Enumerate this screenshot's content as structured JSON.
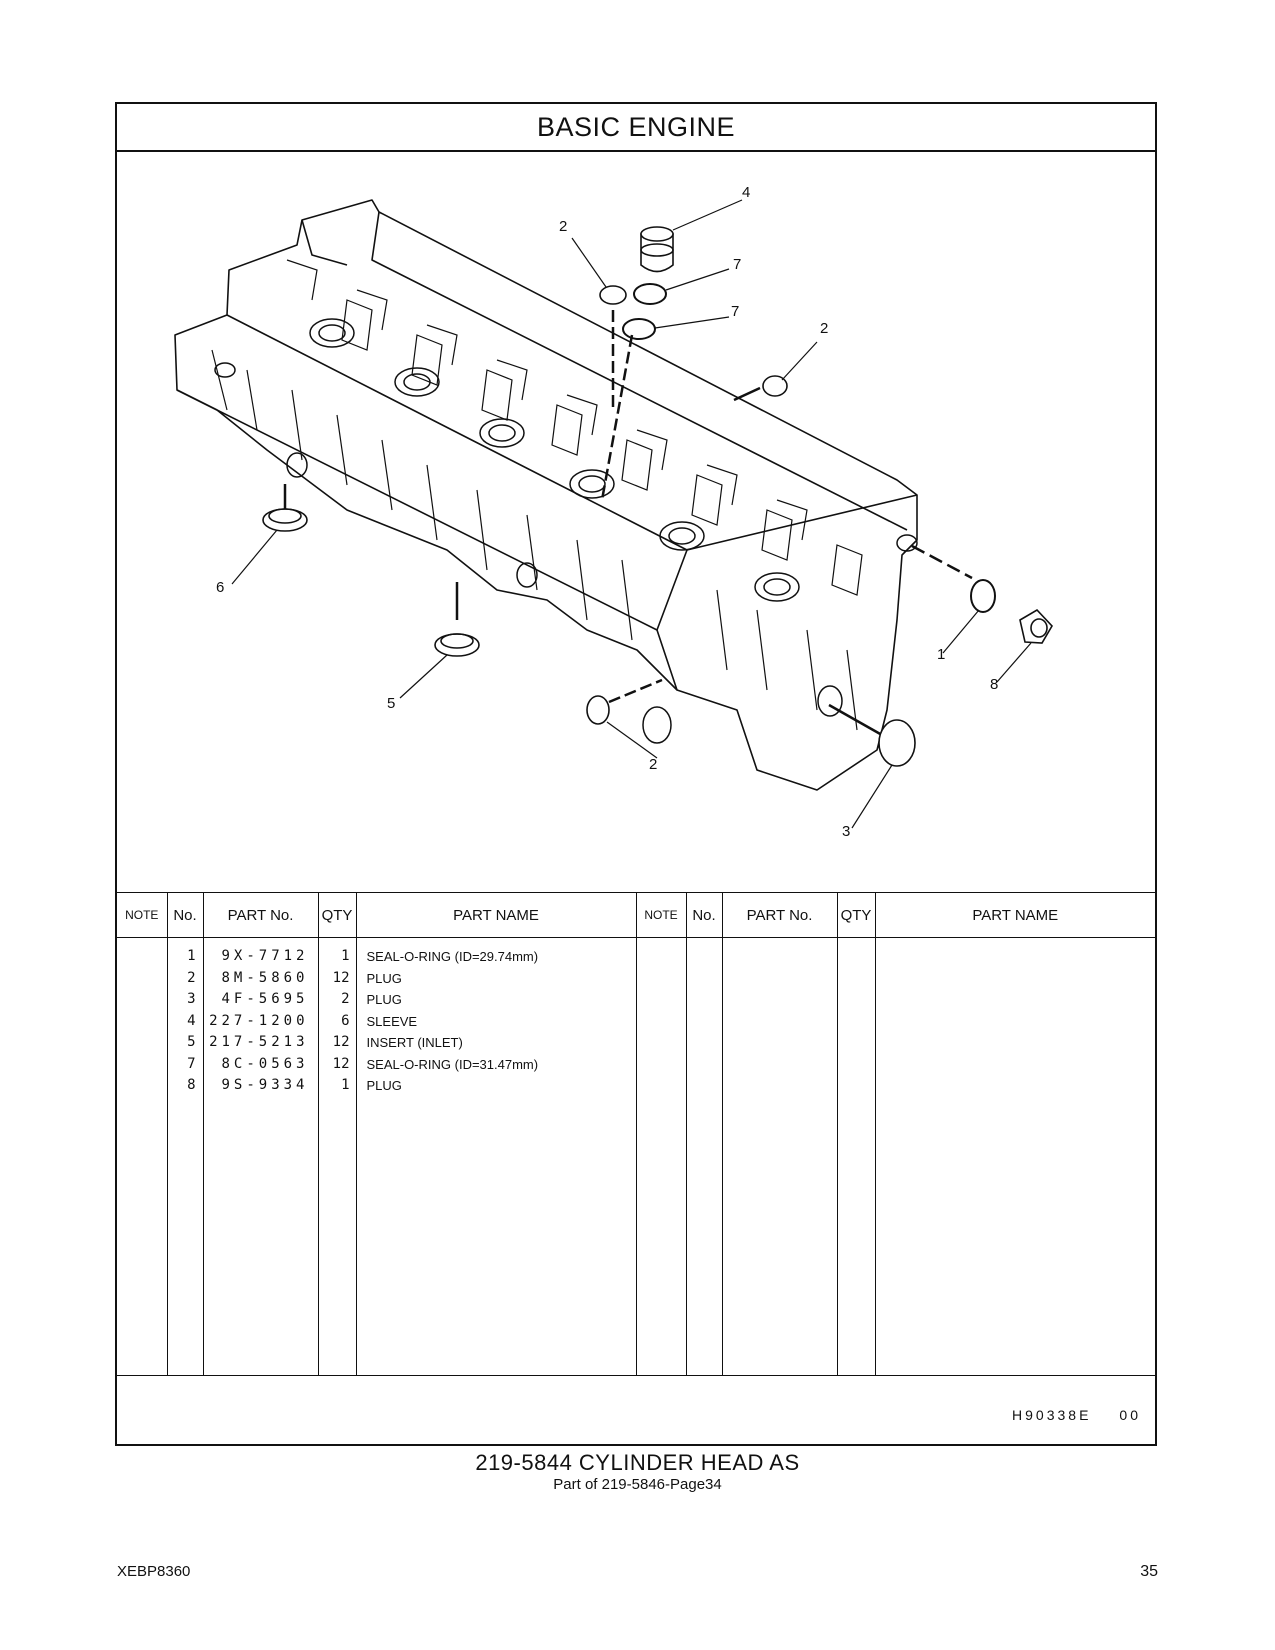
{
  "section_title": "BASIC   ENGINE",
  "callouts": [
    "4",
    "2",
    "7",
    "7",
    "2",
    "6",
    "5",
    "1",
    "8",
    "2",
    "3"
  ],
  "table": {
    "headers": {
      "note": "NOTE",
      "no": "No.",
      "part_no": "PART No.",
      "qty": "QTY",
      "part_name": "PART NAME"
    },
    "rows": [
      {
        "no": "1",
        "part_no": "9X-7712",
        "qty": "1",
        "name": "SEAL-O-RING (ID=29.74mm)"
      },
      {
        "no": "2",
        "part_no": "8M-5860",
        "qty": "12",
        "name": "PLUG"
      },
      {
        "no": "3",
        "part_no": "4F-5695",
        "qty": "2",
        "name": "PLUG"
      },
      {
        "no": "4",
        "part_no": "227-1200",
        "qty": "6",
        "name": "SLEEVE"
      },
      {
        "no": "5",
        "part_no": "217-5213",
        "qty": "12",
        "name": "INSERT (INLET)"
      },
      {
        "no": "7",
        "part_no": "8C-0563",
        "qty": "12",
        "name": "SEAL-O-RING (ID=31.47mm)"
      },
      {
        "no": "8",
        "part_no": "9S-9334",
        "qty": "1",
        "name": "PLUG"
      }
    ]
  },
  "ref_code": "H90338E",
  "ref_rev": "00",
  "footer_title": "219-5844  CYLINDER  HEAD  AS",
  "footer_subtitle": "Part of 219-5846-Page34",
  "doc_id": "XEBP8360",
  "page_number": "35"
}
